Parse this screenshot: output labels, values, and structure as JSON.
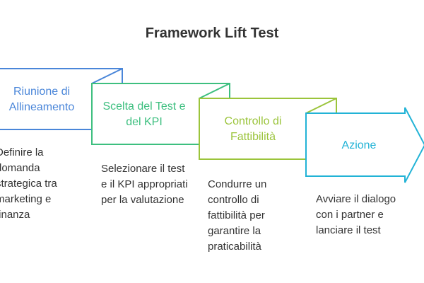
{
  "title": "Framework Lift Test",
  "colors": {
    "step1": "#4a86d9",
    "step2": "#3dbf7f",
    "step3": "#9bc43b",
    "step4": "#22b3d6",
    "text": "#333333"
  },
  "steps": [
    {
      "label": "Riunione di Allineamento",
      "description": "Definire la domanda strategica tra marketing e finanza"
    },
    {
      "label": "Scelta del Test e del KPI",
      "description": "Selezionare il test e il KPI appropriati per la valutazione"
    },
    {
      "label": "Controllo di Fattibilità",
      "description": "Condurre un controllo di fattibilità per garantire la praticabilità"
    },
    {
      "label": "Azione",
      "description": "Avviare il dialogo con i partner e lanciare il test"
    }
  ]
}
